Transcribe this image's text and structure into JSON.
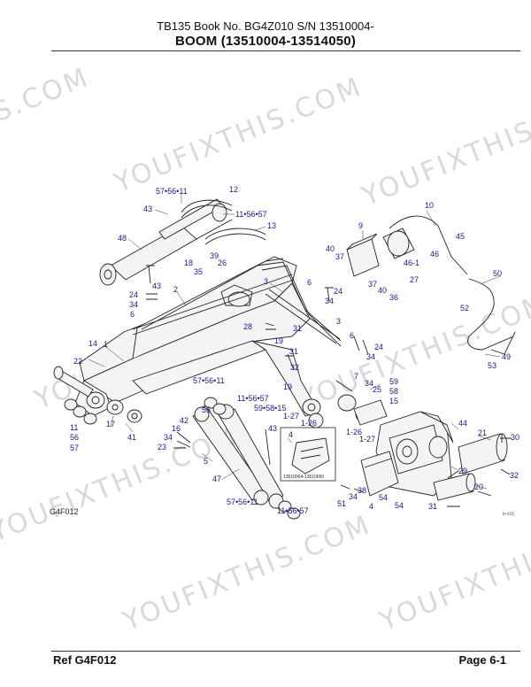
{
  "header": {
    "line1": "TB135  Book No. BG4Z010 S/N 13510004-",
    "line2": "BOOM (13510004-13514050)"
  },
  "footer": {
    "left": "Ref   G4F012",
    "right": "Page   6-1"
  },
  "figure_code": "G4F012",
  "corner_code": "b-n16",
  "inset_caption": "13510004-13510650",
  "watermark": "YOUFIXTHIS.COM",
  "watermark_short": "S.COM",
  "callouts": {
    "c57_56_11_a": "57•56•11",
    "c12": "12",
    "c43_a": "43",
    "c11_56_57_a": "11•56•57",
    "c13": "13",
    "c48": "48",
    "c39": "39",
    "c18": "18",
    "c26": "26",
    "c35": "35",
    "c43_b": "43",
    "c2": "2",
    "c24_a": "24",
    "c34_a": "34",
    "c6_a": "6",
    "c3_a": "3",
    "c6_b": "6",
    "c24_b": "24",
    "c34_b": "34",
    "c3_b": "3",
    "c28": "28",
    "c19_a": "19",
    "c31_a": "31",
    "c6_c": "6",
    "c24_c": "24",
    "c34_c": "34",
    "c10": "10",
    "c9": "9",
    "c40_a": "40",
    "c37_a": "37",
    "c45": "45",
    "c46": "46",
    "c46_1": "46-1",
    "c37_b": "37",
    "c40_b": "40",
    "c27": "27",
    "c36": "36",
    "c50": "50",
    "c52": "52",
    "c49": "49",
    "c53": "53",
    "c14": "14",
    "c1": "1",
    "c22": "22",
    "c31_b": "31",
    "c32": "32",
    "c19_b": "19",
    "c7": "7",
    "c34_d": "34",
    "c25": "25",
    "c59": "59",
    "c58": "58",
    "c15_a": "15",
    "c57_56_11_b": "57•56•11",
    "c11_56_57_b": "11•56•57",
    "c59_58_15": "59•58•15",
    "c1_27_a": "1-27",
    "c1_26_a": "1-26",
    "c1_26_b": "1-26",
    "c1_27_b": "1-27",
    "c11_a": "11",
    "c56_a": "56",
    "c57_a": "57",
    "c17": "17",
    "c41": "41",
    "c55": "55",
    "c42": "42",
    "c16": "16",
    "c34_e": "34",
    "c23": "23",
    "c43_c": "43",
    "c5": "5",
    "c47": "47",
    "c4_a": "4",
    "c44": "44",
    "c21": "21",
    "c30": "30",
    "c29": "29",
    "c32_b": "32",
    "c20": "20",
    "c51": "51",
    "c34_f": "34",
    "c38": "38",
    "c54_a": "54",
    "c54_b": "54",
    "c4_b": "4",
    "c31_c": "31",
    "c57_56_11_c": "57•56•11",
    "c11_56_57_c": "11•56•57"
  }
}
